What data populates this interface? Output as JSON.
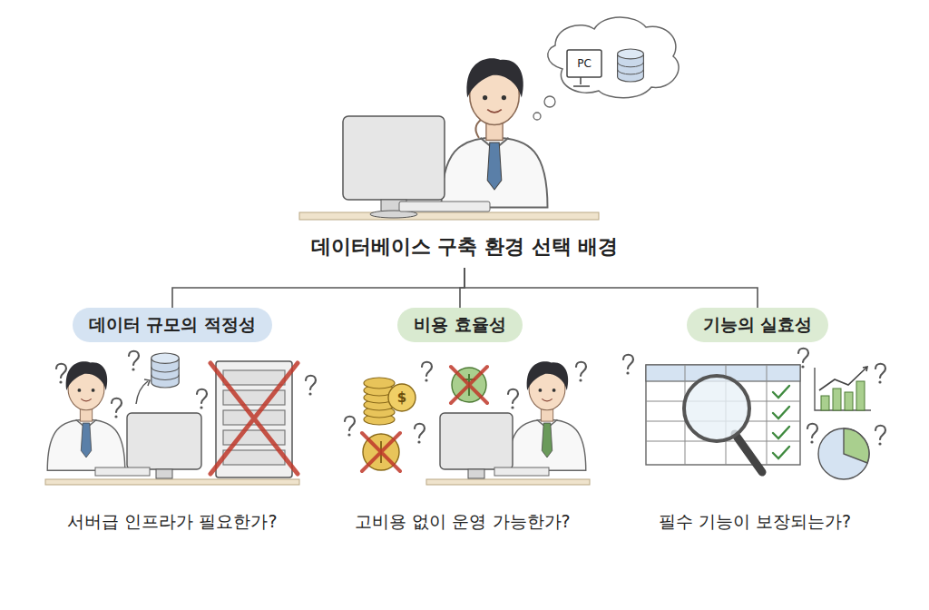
{
  "diagram": {
    "nodes": [
      {
        "text": [
          "데이터베이스 구축 환경 선택 배경"
        ]
      },
      {
        "text": [
          "데이터 규모의 적정성"
        ]
      },
      {
        "text": [
          "비용 효율성"
        ]
      },
      {
        "text": [
          "기능의 실효성"
        ]
      }
    ],
    "edges": [
      {
        "from": 0,
        "to": 1,
        "arrow": "none"
      },
      {
        "from": 0,
        "to": 2,
        "arrow": "none"
      },
      {
        "from": 0,
        "to": 3,
        "arrow": "none"
      }
    ],
    "labels": [
      "PC",
      "$",
      "서버급 인프라가 필요한가?",
      "고비용 없이 운영 가능한가?",
      "필수 기능이 보장되는가?"
    ]
  }
}
